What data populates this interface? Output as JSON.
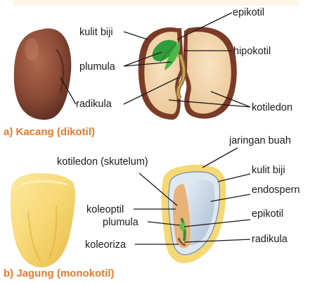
{
  "colors": {
    "caption": "#e8792a",
    "bean_seed_coat": "#8a4a35",
    "bean_cotyledon": "#f4d7ad",
    "plumule_leaf": "#2f9e3a",
    "corn_kernel": "#f6d874",
    "endosperm": "#c9d8e8",
    "embryo": "#e7b378"
  },
  "bean": {
    "caption": "a) Kacang (dikotil)",
    "labels": {
      "seed_coat": "kulit biji",
      "epicotyl": "epikotil",
      "plumule": "plumula",
      "hypocotyl": "hipokotil",
      "radicle": "radikula",
      "cotyledon": "kotiledon"
    }
  },
  "corn": {
    "caption": "b) Jagung (monokotil)",
    "labels": {
      "fruit_tissue": "jaringan buah",
      "cotyledon_scutellum": "kotiledon (skutelum)",
      "seed_coat": "kulit biji",
      "endosperm": "endospern",
      "coleoptile": "koleoptil",
      "plumule": "plumula",
      "epicotyl": "epikotil",
      "coleorhiza": "koleoriza",
      "radicle": "radikula"
    }
  }
}
